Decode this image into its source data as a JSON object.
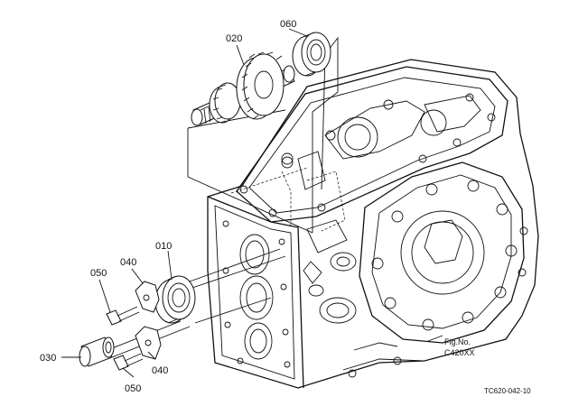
{
  "parts": {
    "p010": "010",
    "p020": "020",
    "p030": "030",
    "p040a": "040",
    "p040b": "040",
    "p050a": "050",
    "p050b": "050",
    "p060": "060"
  },
  "figure": {
    "line1": "Fig.No.",
    "line2": "C420XX"
  },
  "drawing_code": "TC620-042-10"
}
